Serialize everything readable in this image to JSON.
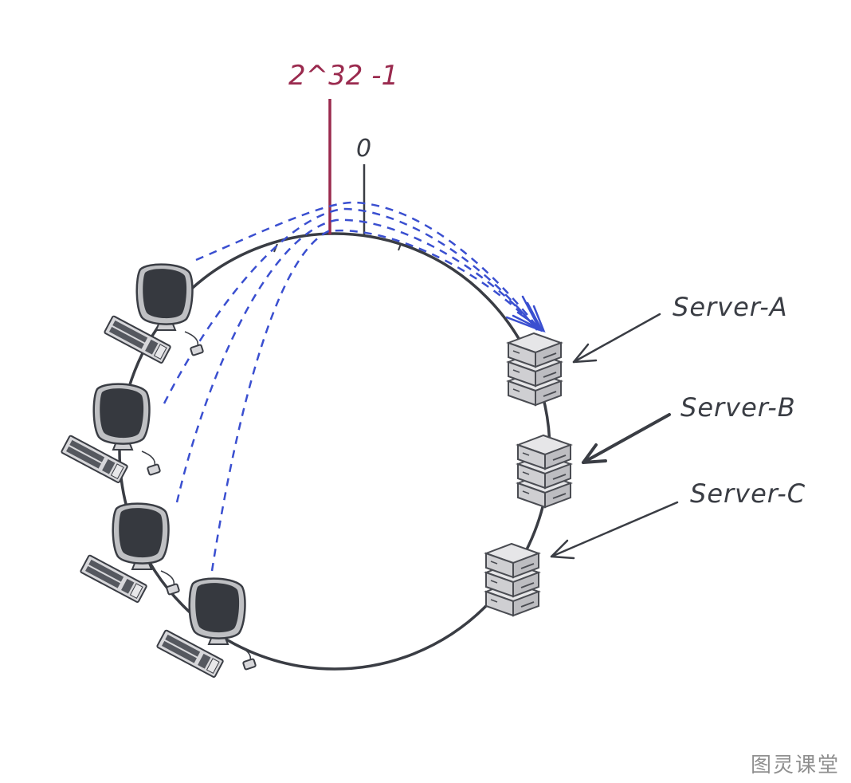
{
  "ring": {
    "max_label": "2^32 -1",
    "zero_label": "0"
  },
  "servers": [
    {
      "id": "a",
      "label": "Server-A"
    },
    {
      "id": "b",
      "label": "Server-B"
    },
    {
      "id": "c",
      "label": "Server-C"
    }
  ],
  "clients": [
    {
      "id": "client-1"
    },
    {
      "id": "client-2"
    },
    {
      "id": "client-3"
    },
    {
      "id": "client-4"
    }
  ],
  "colors": {
    "ring": "#3a3d44",
    "max_marker": "#9a2a4e",
    "request_arrows": "#3a4fd0",
    "server_arrows": "#3a3d44"
  },
  "watermark": "图灵课堂"
}
